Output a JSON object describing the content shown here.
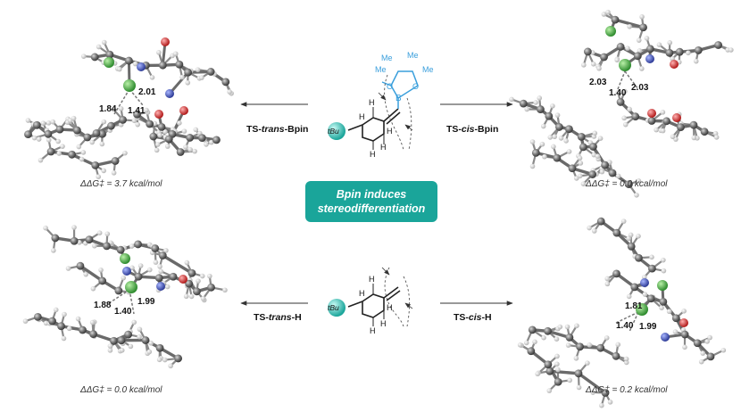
{
  "callout": {
    "line1": "Bpin induces",
    "line2": "stereodifferentiation"
  },
  "labels": {
    "ts_trans_bpin": {
      "prefix": "TS-",
      "italic": "trans",
      "suffix": "-Bpin"
    },
    "ts_cis_bpin": {
      "prefix": "TS-",
      "italic": "cis",
      "suffix": "-Bpin"
    },
    "ts_trans_h": {
      "prefix": "TS-",
      "italic": "trans",
      "suffix": "-H"
    },
    "ts_cis_h": {
      "prefix": "TS-",
      "italic": "cis",
      "suffix": "-H"
    }
  },
  "energies": {
    "trans_bpin": "ΔΔG‡ = 3.7 kcal/mol",
    "cis_bpin": "ΔΔG‡ = 0.0 kcal/mol",
    "trans_h": "ΔΔG‡ = 0.0 kcal/mol",
    "cis_h": "ΔΔG‡ = 0.2 kcal/mol"
  },
  "distances": {
    "trans_bpin": [
      "1.84",
      "2.01",
      "1.41"
    ],
    "cis_bpin": [
      "2.03",
      "1.40",
      "2.03"
    ],
    "trans_h": [
      "1.88",
      "1.40",
      "1.99"
    ],
    "cis_h": [
      "1.81",
      "1.40",
      "1.99"
    ]
  },
  "structure": {
    "tbu": "tBu",
    "h": "H",
    "b": "B",
    "o": "O",
    "me": "Me"
  },
  "colors": {
    "accent": "#1aa59a",
    "boron_blue": "#3a9fdc",
    "carbon": "#555555",
    "hydrogen": "#e6e6e6",
    "palladium": "#4caf50",
    "oxygen": "#d03030",
    "nitrogen": "#3b4fb0"
  }
}
